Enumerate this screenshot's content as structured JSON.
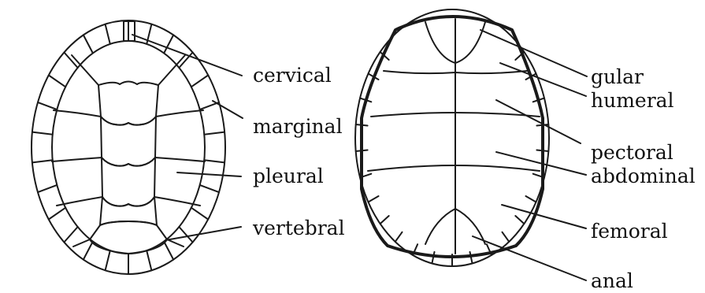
{
  "carapace": {
    "labels": {
      "cervical": "cervical",
      "marginal": "marginal",
      "pleural": "pleural",
      "vertebral": "vertebral"
    }
  },
  "plastron": {
    "labels": {
      "gular": "gular",
      "humeral": "humeral",
      "pectoral": "pectoral",
      "abdominal": "abdominal",
      "femoral": "femoral",
      "anal": "anal"
    }
  },
  "colors": {
    "ink": "#1a1a1a",
    "background": "#ffffff"
  }
}
